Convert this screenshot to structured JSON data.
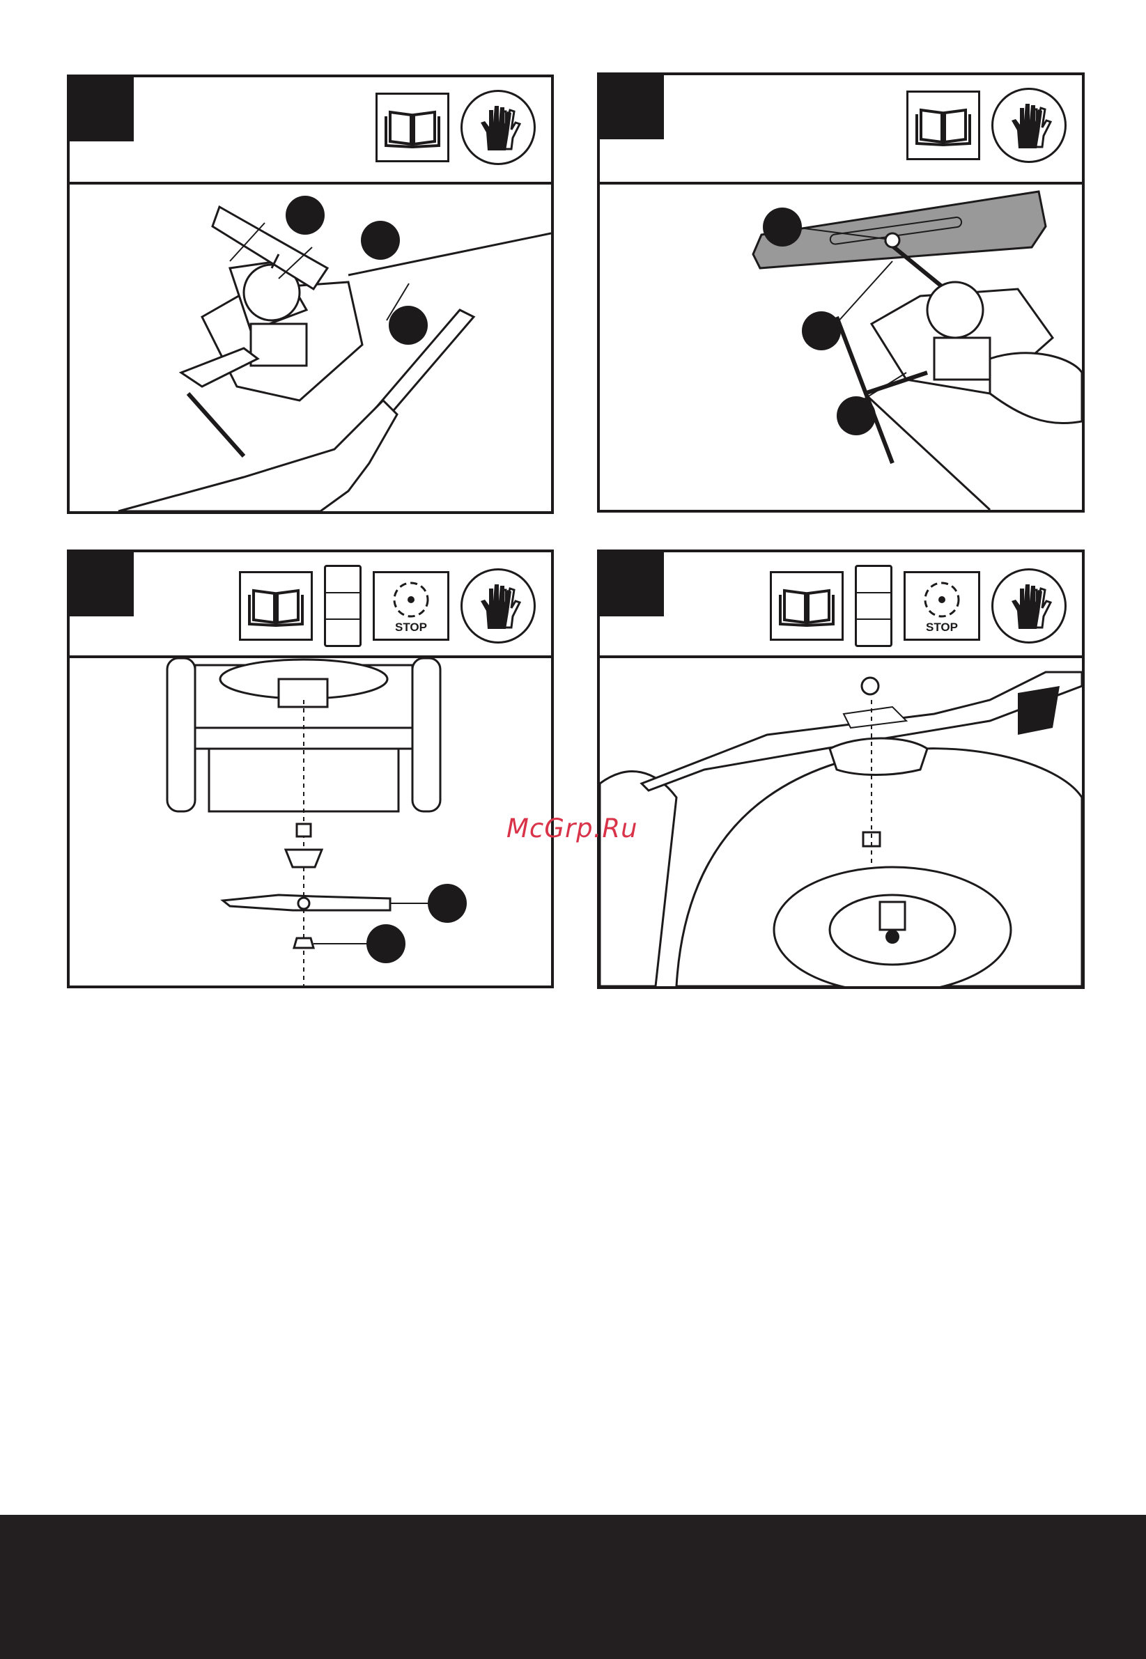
{
  "panels": [
    {
      "id": "p1",
      "icons": [
        "book-icon",
        "gloves-icon"
      ],
      "callouts": 3
    },
    {
      "id": "p2",
      "icons": [
        "book-icon",
        "gloves-icon"
      ],
      "callouts": 3
    },
    {
      "id": "p3",
      "icons": [
        "book-icon",
        "unplug-remove-key-icon",
        "blade-stop-icon",
        "gloves-icon"
      ],
      "stop_label": "STOP",
      "callouts": 2
    },
    {
      "id": "p4",
      "icons": [
        "book-icon",
        "unplug-remove-key-icon",
        "blade-stop-icon",
        "gloves-icon"
      ],
      "stop_label": "STOP",
      "callouts": 0
    }
  ],
  "watermark": "McGrp.Ru",
  "colors": {
    "ink": "#1c1a1b",
    "footer": "#231f20",
    "watermark": "#d9334a"
  }
}
